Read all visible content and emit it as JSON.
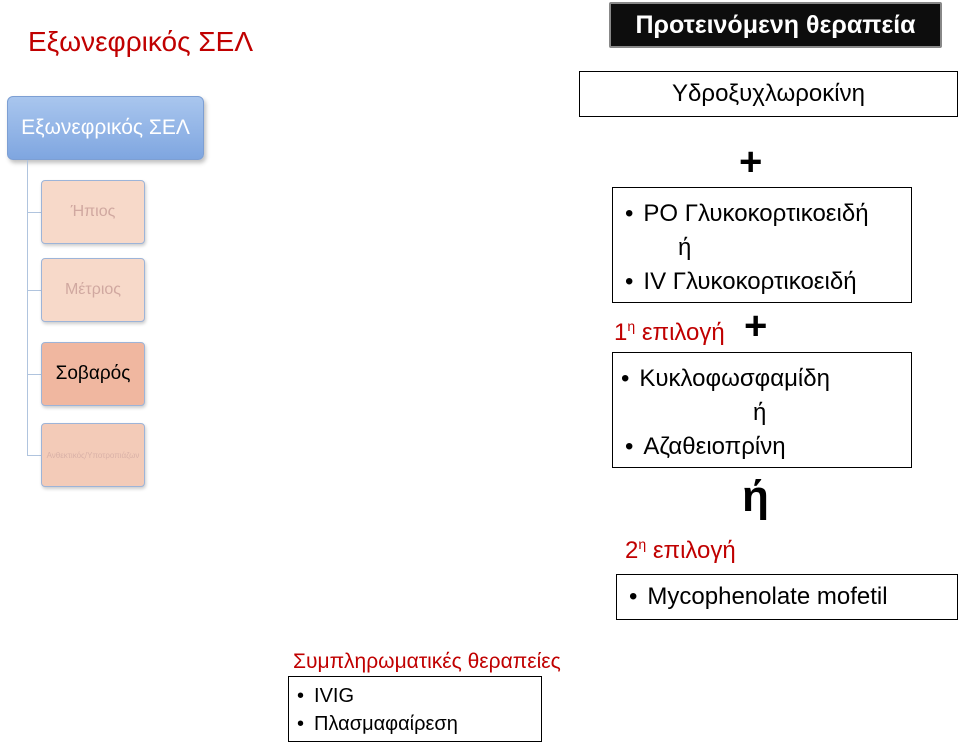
{
  "title": "Εξωνεφρικός ΣΕΛ",
  "banner": "Προτεινόμενη θεραπεία",
  "tree": {
    "root": "Εξωνεφρικός ΣΕΛ",
    "children": [
      "Ήπιος",
      "Μέτριος",
      "Σοβαρός",
      "Ανθεκτικός/Υποτροπιάζων"
    ]
  },
  "therapy": {
    "hydroxy": "Υδροξυχλωροκίνη",
    "plus1": "+",
    "steroid_po": "PO Γλυκοκορτικοειδή",
    "or1": "ή",
    "steroid_iv": "IV Γλυκοκορτικοειδή",
    "first_choice_num": "1",
    "first_choice_sup": "η",
    "first_choice_label": "επιλογή",
    "plus2": "+",
    "cyclo": "Κυκλοφωσφαμίδη",
    "or2": "ή",
    "aza": "Αζαθειοπρίνη",
    "or_big": "ή",
    "second_choice_num": "2",
    "second_choice_sup": "η",
    "second_choice_label": "επιλογή",
    "mmf": "Mycophenolate mofetil"
  },
  "supplementary": {
    "title": "Συμπληρωματικές θεραπείες",
    "items": [
      "IVIG",
      "Πλασμαφαίρεση"
    ]
  },
  "colors": {
    "accent_red": "#c00000",
    "banner_bg": "#0d0d0d",
    "node_blue": "#8fb1e6",
    "node_salmon": "#f0b7a0"
  }
}
